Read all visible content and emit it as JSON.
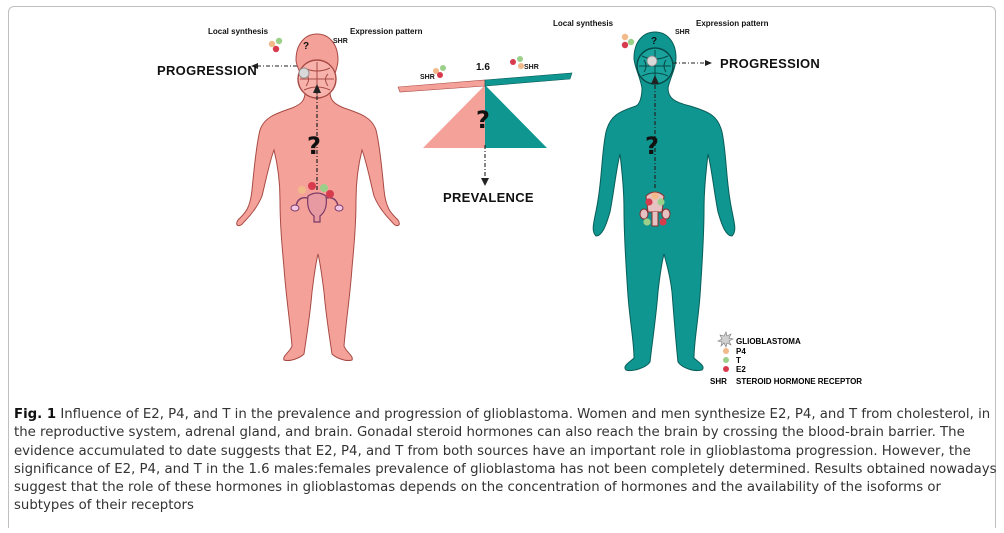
{
  "figure": {
    "female": {
      "local_synthesis": "Local synthesis",
      "expression_pattern": "Expression pattern",
      "shr": "SHR",
      "question": "?",
      "progression": "PROGRESSION",
      "body_color": "#f4a19a",
      "outline_color": "#a84a44"
    },
    "male": {
      "local_synthesis": "Local synthesis",
      "expression_pattern": "Expression pattern",
      "shr": "SHR",
      "question": "?",
      "progression": "PROGRESSION",
      "body_color": "#0f9690",
      "outline_color": "#0a5e5a"
    },
    "balance": {
      "ratio": "1.6",
      "shr_left": "SHR",
      "shr_right": "SHR",
      "question": "?",
      "prevalence": "PREVALENCE"
    },
    "hormone_colors": {
      "P4": "#f2b98a",
      "T": "#9bd08a",
      "E2": "#d83a4e"
    },
    "legend": {
      "glioblastoma": "GLIOBLASTOMA",
      "p4": "P4",
      "t": "T",
      "e2": "E2",
      "shr_abbr": "SHR",
      "shr_full": "STEROID HORMONE RECEPTOR"
    }
  },
  "caption": {
    "label": "Fig. 1",
    "text": "Influence of E2, P4, and T in the prevalence and progression of glioblastoma. Women and men synthesize E2, P4, and T from cholesterol, in the reproductive system, adrenal gland, and brain. Gonadal steroid hormones can also reach the brain by crossing the blood-brain barrier. The evidence accumulated to date suggests that E2, P4, and T from both sources have an important role in glioblastoma progression. However, the significance of E2, P4, and T in the 1.6 males:females prevalence of glioblastoma has not been completely determined. Results obtained nowadays suggest that the role of these hormones in glioblastomas depends on the concentration of hormones and the availability of the isoforms or subtypes of their receptors"
  }
}
